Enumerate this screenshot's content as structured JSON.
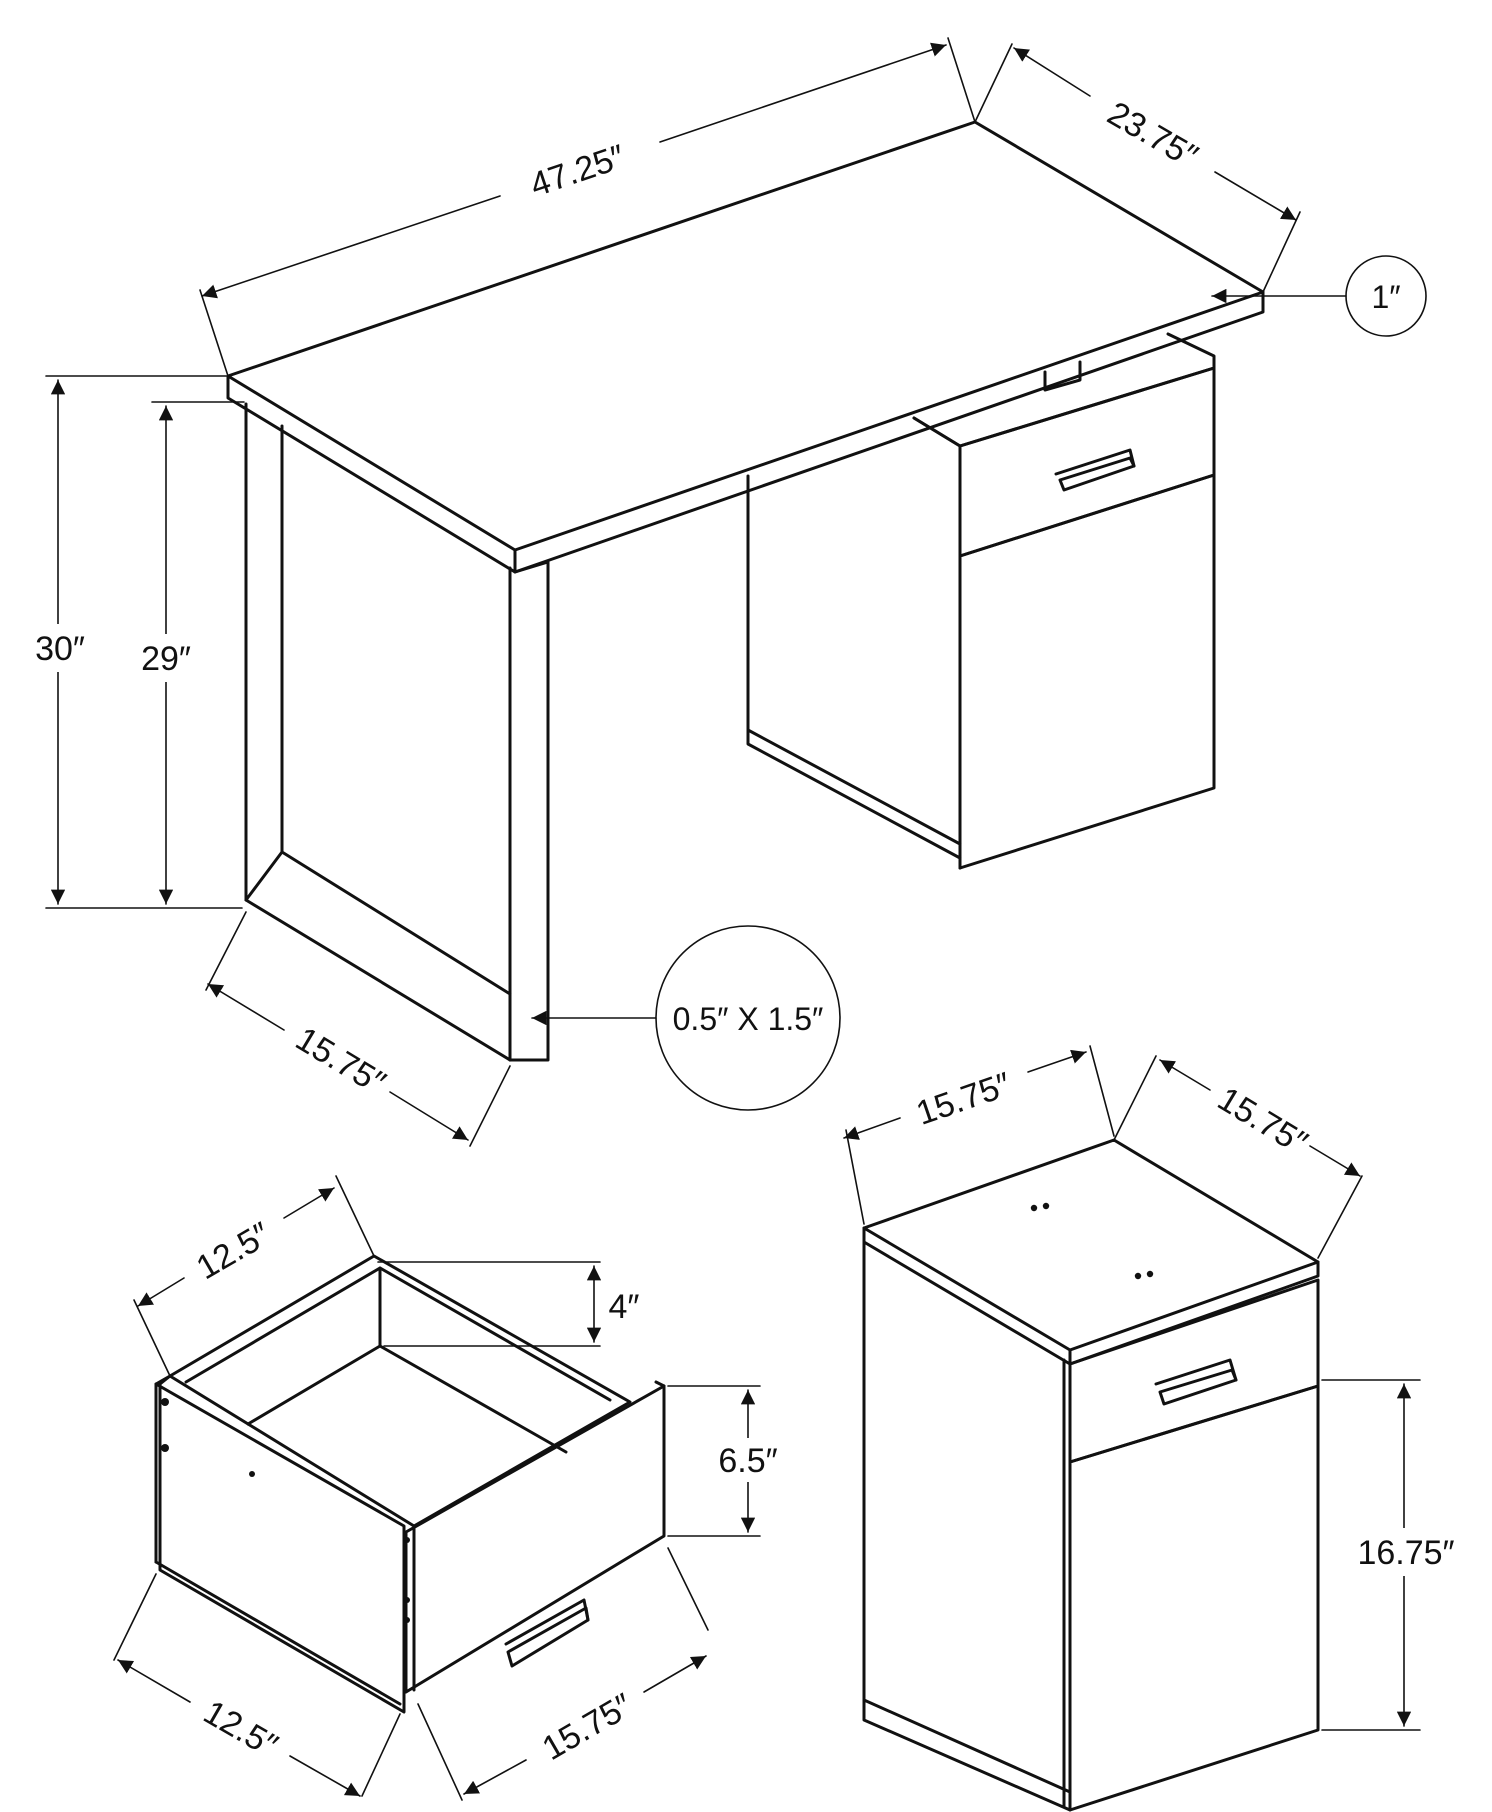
{
  "diagram": {
    "desk": {
      "width": "47.25″",
      "depth": "23.75″",
      "height_total": "30″",
      "height_leg": "29″",
      "leg_depth": "15.75″",
      "top_thickness": "1″",
      "leg_profile": "0.5″ X 1.5″"
    },
    "drawer": {
      "width": "12.5″",
      "depth_top": "12.5″",
      "inner_height": "4″",
      "front_height": "6.5″",
      "front_width": "15.75″"
    },
    "cabinet": {
      "width": "15.75″",
      "depth": "15.75″",
      "door_height": "16.75″"
    }
  }
}
